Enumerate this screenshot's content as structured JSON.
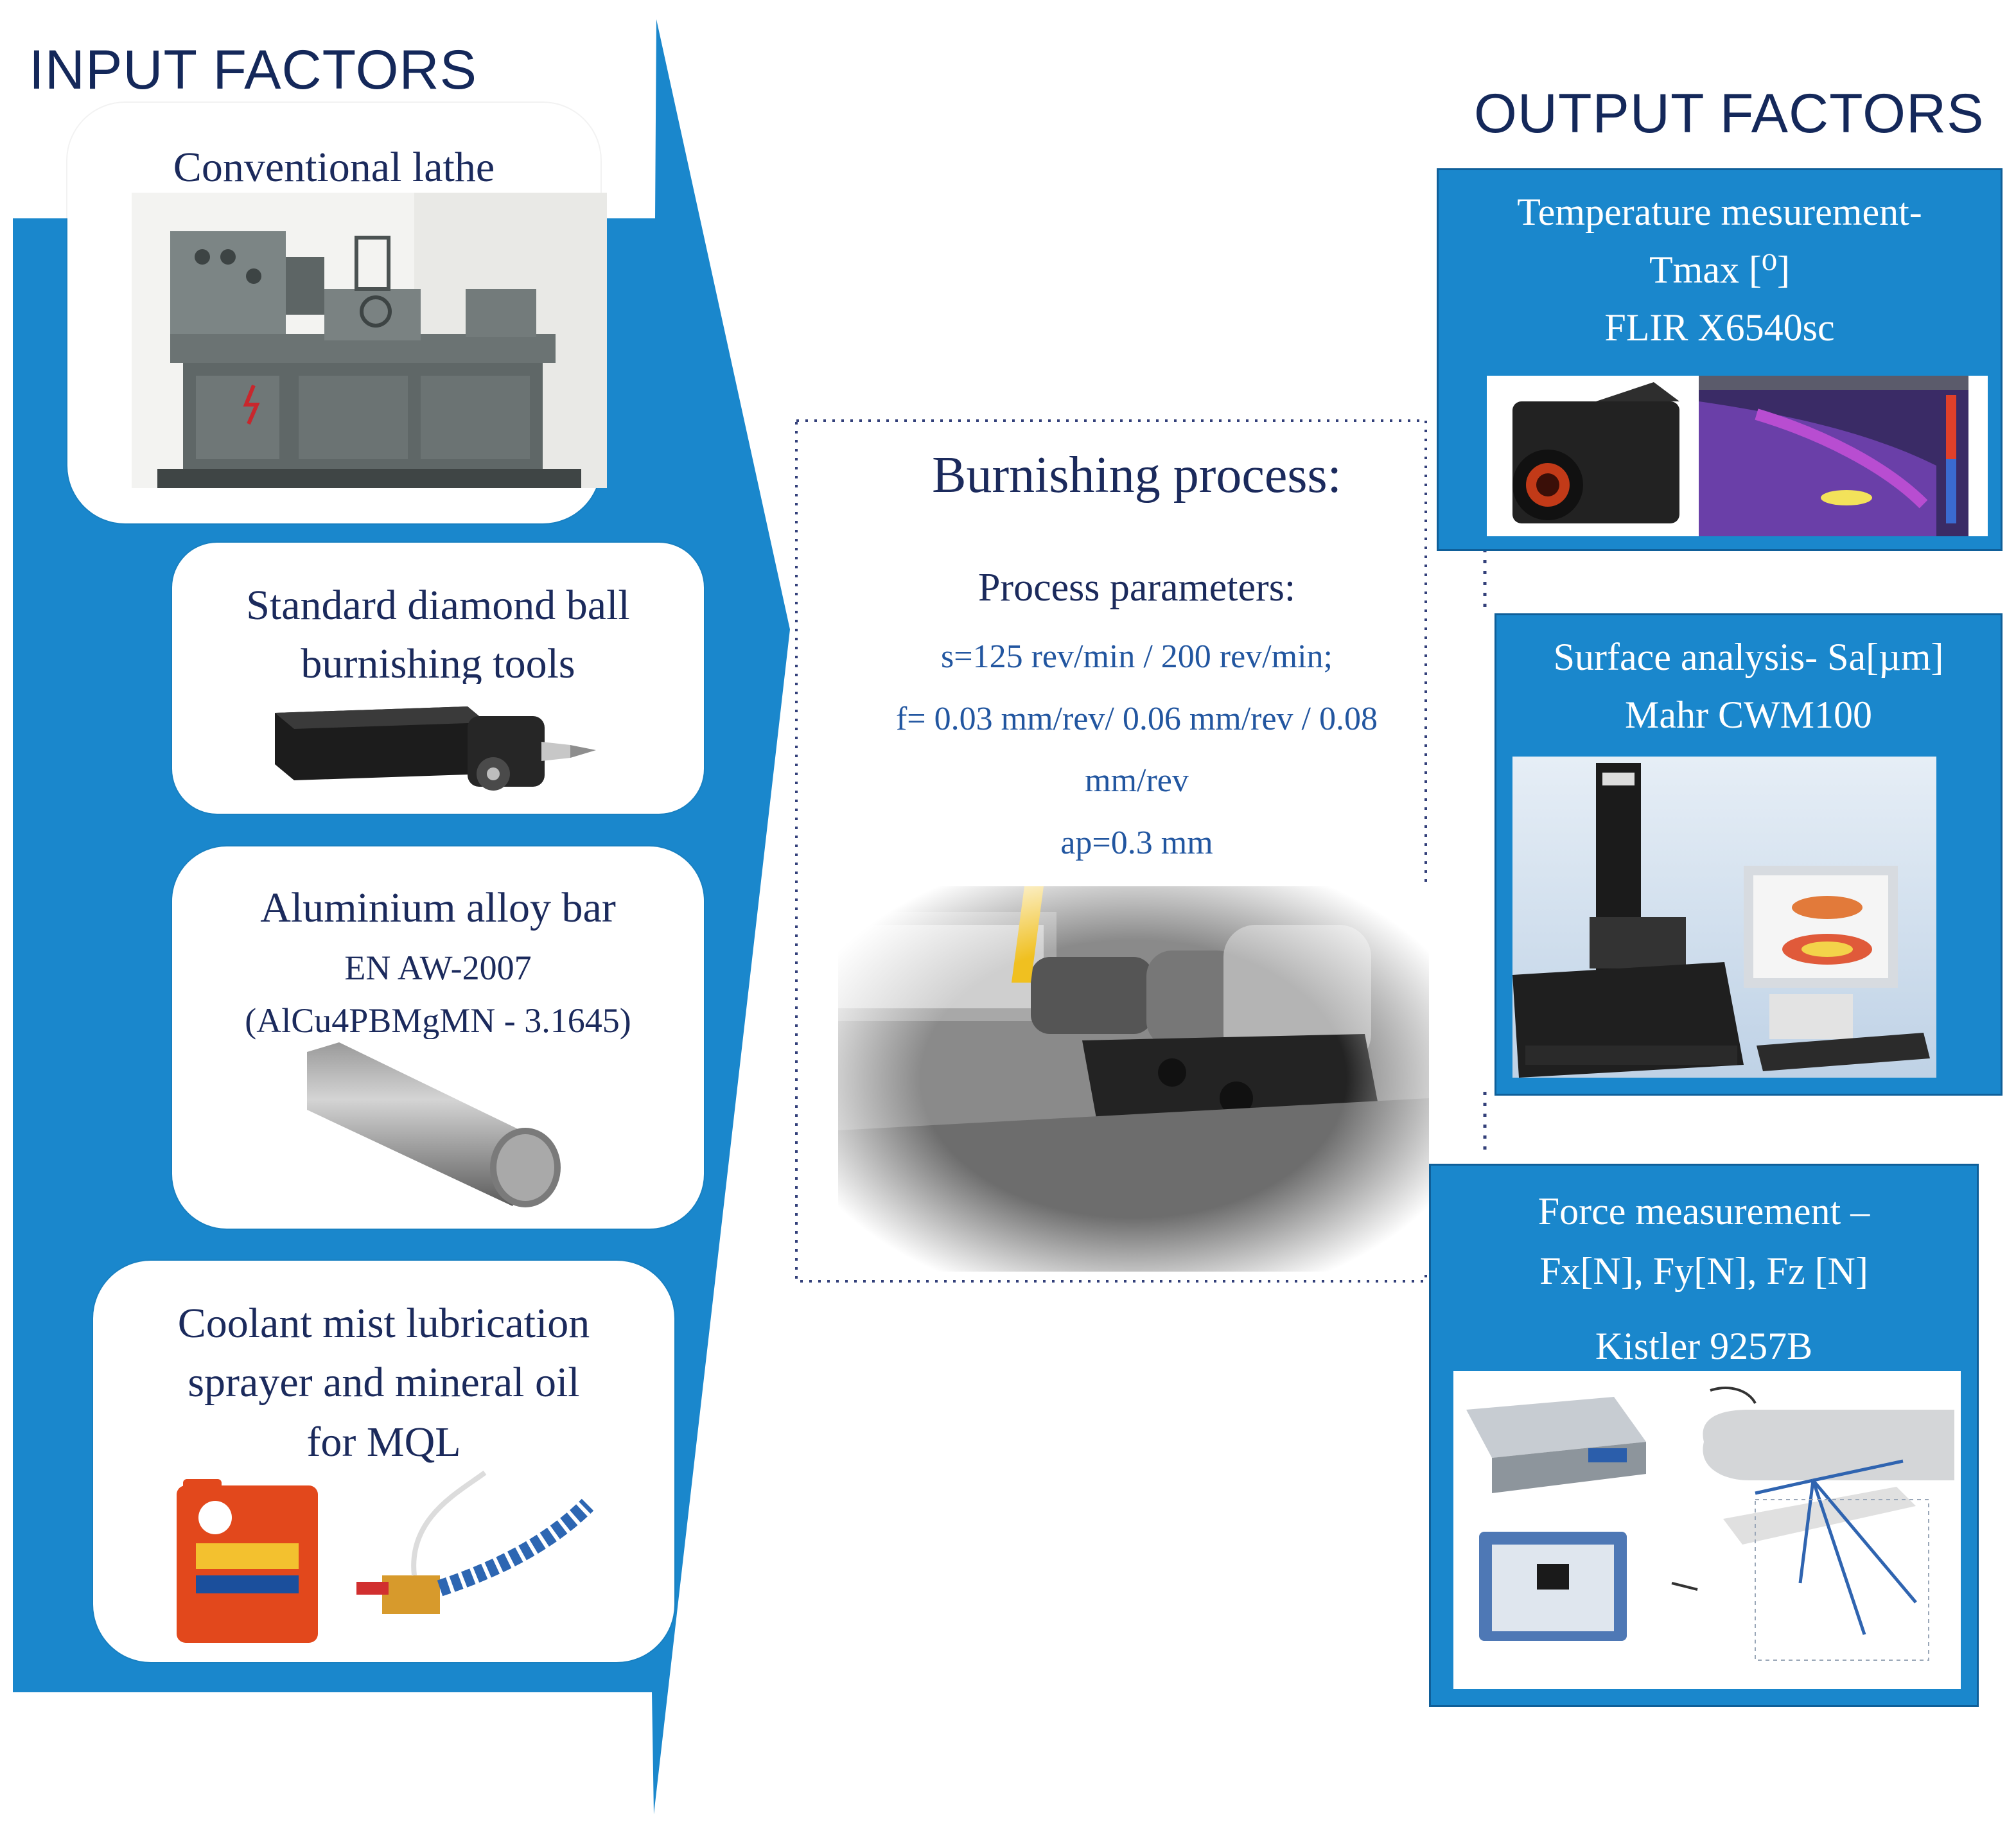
{
  "input": {
    "heading": "INPUT FACTORS",
    "cards": [
      {
        "title": [
          "Conventional lathe"
        ],
        "image_icon": "conventional-lathe-photo"
      },
      {
        "title": [
          "Standard diamond ball",
          "burnishing tools"
        ],
        "image_icon": "burnishing-tool-photo"
      },
      {
        "title": [
          "Aluminium alloy bar"
        ],
        "subtitle": [
          "EN AW-2007",
          "(AlCu4PBMgMN - 3.1645)"
        ],
        "image_icon": "aluminium-bar-photo"
      },
      {
        "title": [
          "Coolant mist lubrication",
          "sprayer and mineral oil",
          "for MQL"
        ],
        "image_icon": "oil-canister-and-sprayer-photo"
      }
    ]
  },
  "process": {
    "title": "Burnishing process:",
    "params_title": "Process parameters:",
    "params": [
      "s=125 rev/min / 200 rev/min;",
      "f= 0.03 mm/rev/ 0.06 mm/rev / 0.08",
      "mm/rev",
      "ap=0.3 mm"
    ],
    "image_icon": "burnishing-on-lathe-photo"
  },
  "output": {
    "heading": "OUTPUT FACTORS",
    "boxes": [
      {
        "title": [
          "Temperature mesurement-",
          "Tmax [⁰]",
          "FLIR X6540sc"
        ],
        "image_icon": "thermal-camera-photo"
      },
      {
        "title": [
          "Surface analysis- Sa[µm]",
          "Mahr CWM100"
        ],
        "image_icon": "surface-profilometer-photo"
      },
      {
        "title": [
          "Force measurement –",
          "Fx[N], Fy[N], Fz [N]",
          "Kistler 9257B"
        ],
        "image_icon": "dynamometer-photo"
      }
    ]
  },
  "colors": {
    "band_blue": "#1a87cc",
    "heading_navy": "#14285a",
    "text_navy": "#1b2a5c",
    "param_blue": "#2256a0"
  }
}
